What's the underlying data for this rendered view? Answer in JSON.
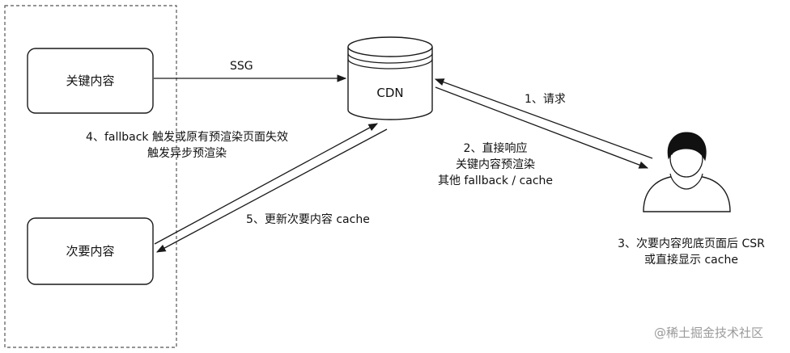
{
  "nodes": {
    "key_content": "关键内容",
    "secondary_content": "次要内容",
    "cdn": "CDN"
  },
  "edges": {
    "ssg": "SSG",
    "request": "1、请求",
    "response_line1": "2、直接响应",
    "response_line2": "关键内容预渲染",
    "response_line3": "其他 fallback / cache",
    "fallback_line1": "4、fallback 触发或原有预渲染页面失效",
    "fallback_line2": "触发异步预渲染",
    "update_cache": "5、更新次要内容 cache",
    "csr_line1": "3、次要内容兜底页面后 CSR",
    "csr_line2": "或直接显示 cache"
  },
  "watermark": "@稀土掘金技术社区",
  "colors": {
    "stroke": "#1a1a1a",
    "dashed": "#555555",
    "watermark": "#9a9a9a"
  }
}
